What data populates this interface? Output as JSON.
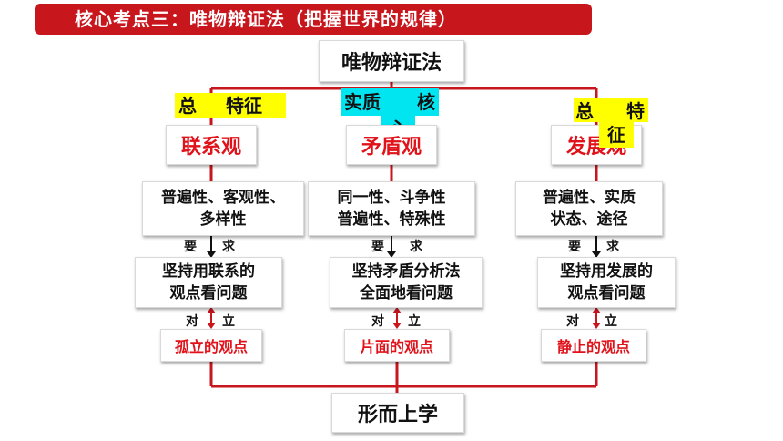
{
  "banner": {
    "title": "核心考点三：唯物辩证法（把握世界的规律）"
  },
  "root": {
    "label": "唯物辩证法"
  },
  "bottom": {
    "label": "形而上学"
  },
  "columns": [
    {
      "tag_a": "总",
      "tag_b": "特征",
      "category": "联系观",
      "attrs": [
        "普遍性、客观性、",
        "多样性"
      ],
      "req_a": "要",
      "req_b": "求",
      "requirement": [
        "坚持用联系的",
        "观点看问题"
      ],
      "opp_a": "对",
      "opp_b": "立",
      "opposite": "孤立的观点"
    },
    {
      "tag_a": "实质",
      "tag_b": "核",
      "tag_c": "心",
      "category": "矛盾观",
      "attrs": [
        "同一性、斗争性",
        "普遍性、特殊性"
      ],
      "req_a": "要",
      "req_b": "求",
      "requirement": [
        "坚持矛盾分析法",
        "全面地看问题"
      ],
      "opp_a": "对",
      "opp_b": "立",
      "opposite": "片面的观点"
    },
    {
      "tag_a": "总",
      "tag_b": "特",
      "tag_c": "征",
      "category": "发展观",
      "attrs": [
        "普遍性、实质",
        "状态、途径"
      ],
      "req_a": "要",
      "req_b": "求",
      "requirement": [
        "坚持用发展的",
        "观点看问题"
      ],
      "opp_a": "对",
      "opp_b": "立",
      "opposite": "静止的观点"
    }
  ],
  "colors": {
    "accent": "#c8161d",
    "highlight_yellow": "#ffff00",
    "highlight_cyan": "#00e5f0"
  }
}
